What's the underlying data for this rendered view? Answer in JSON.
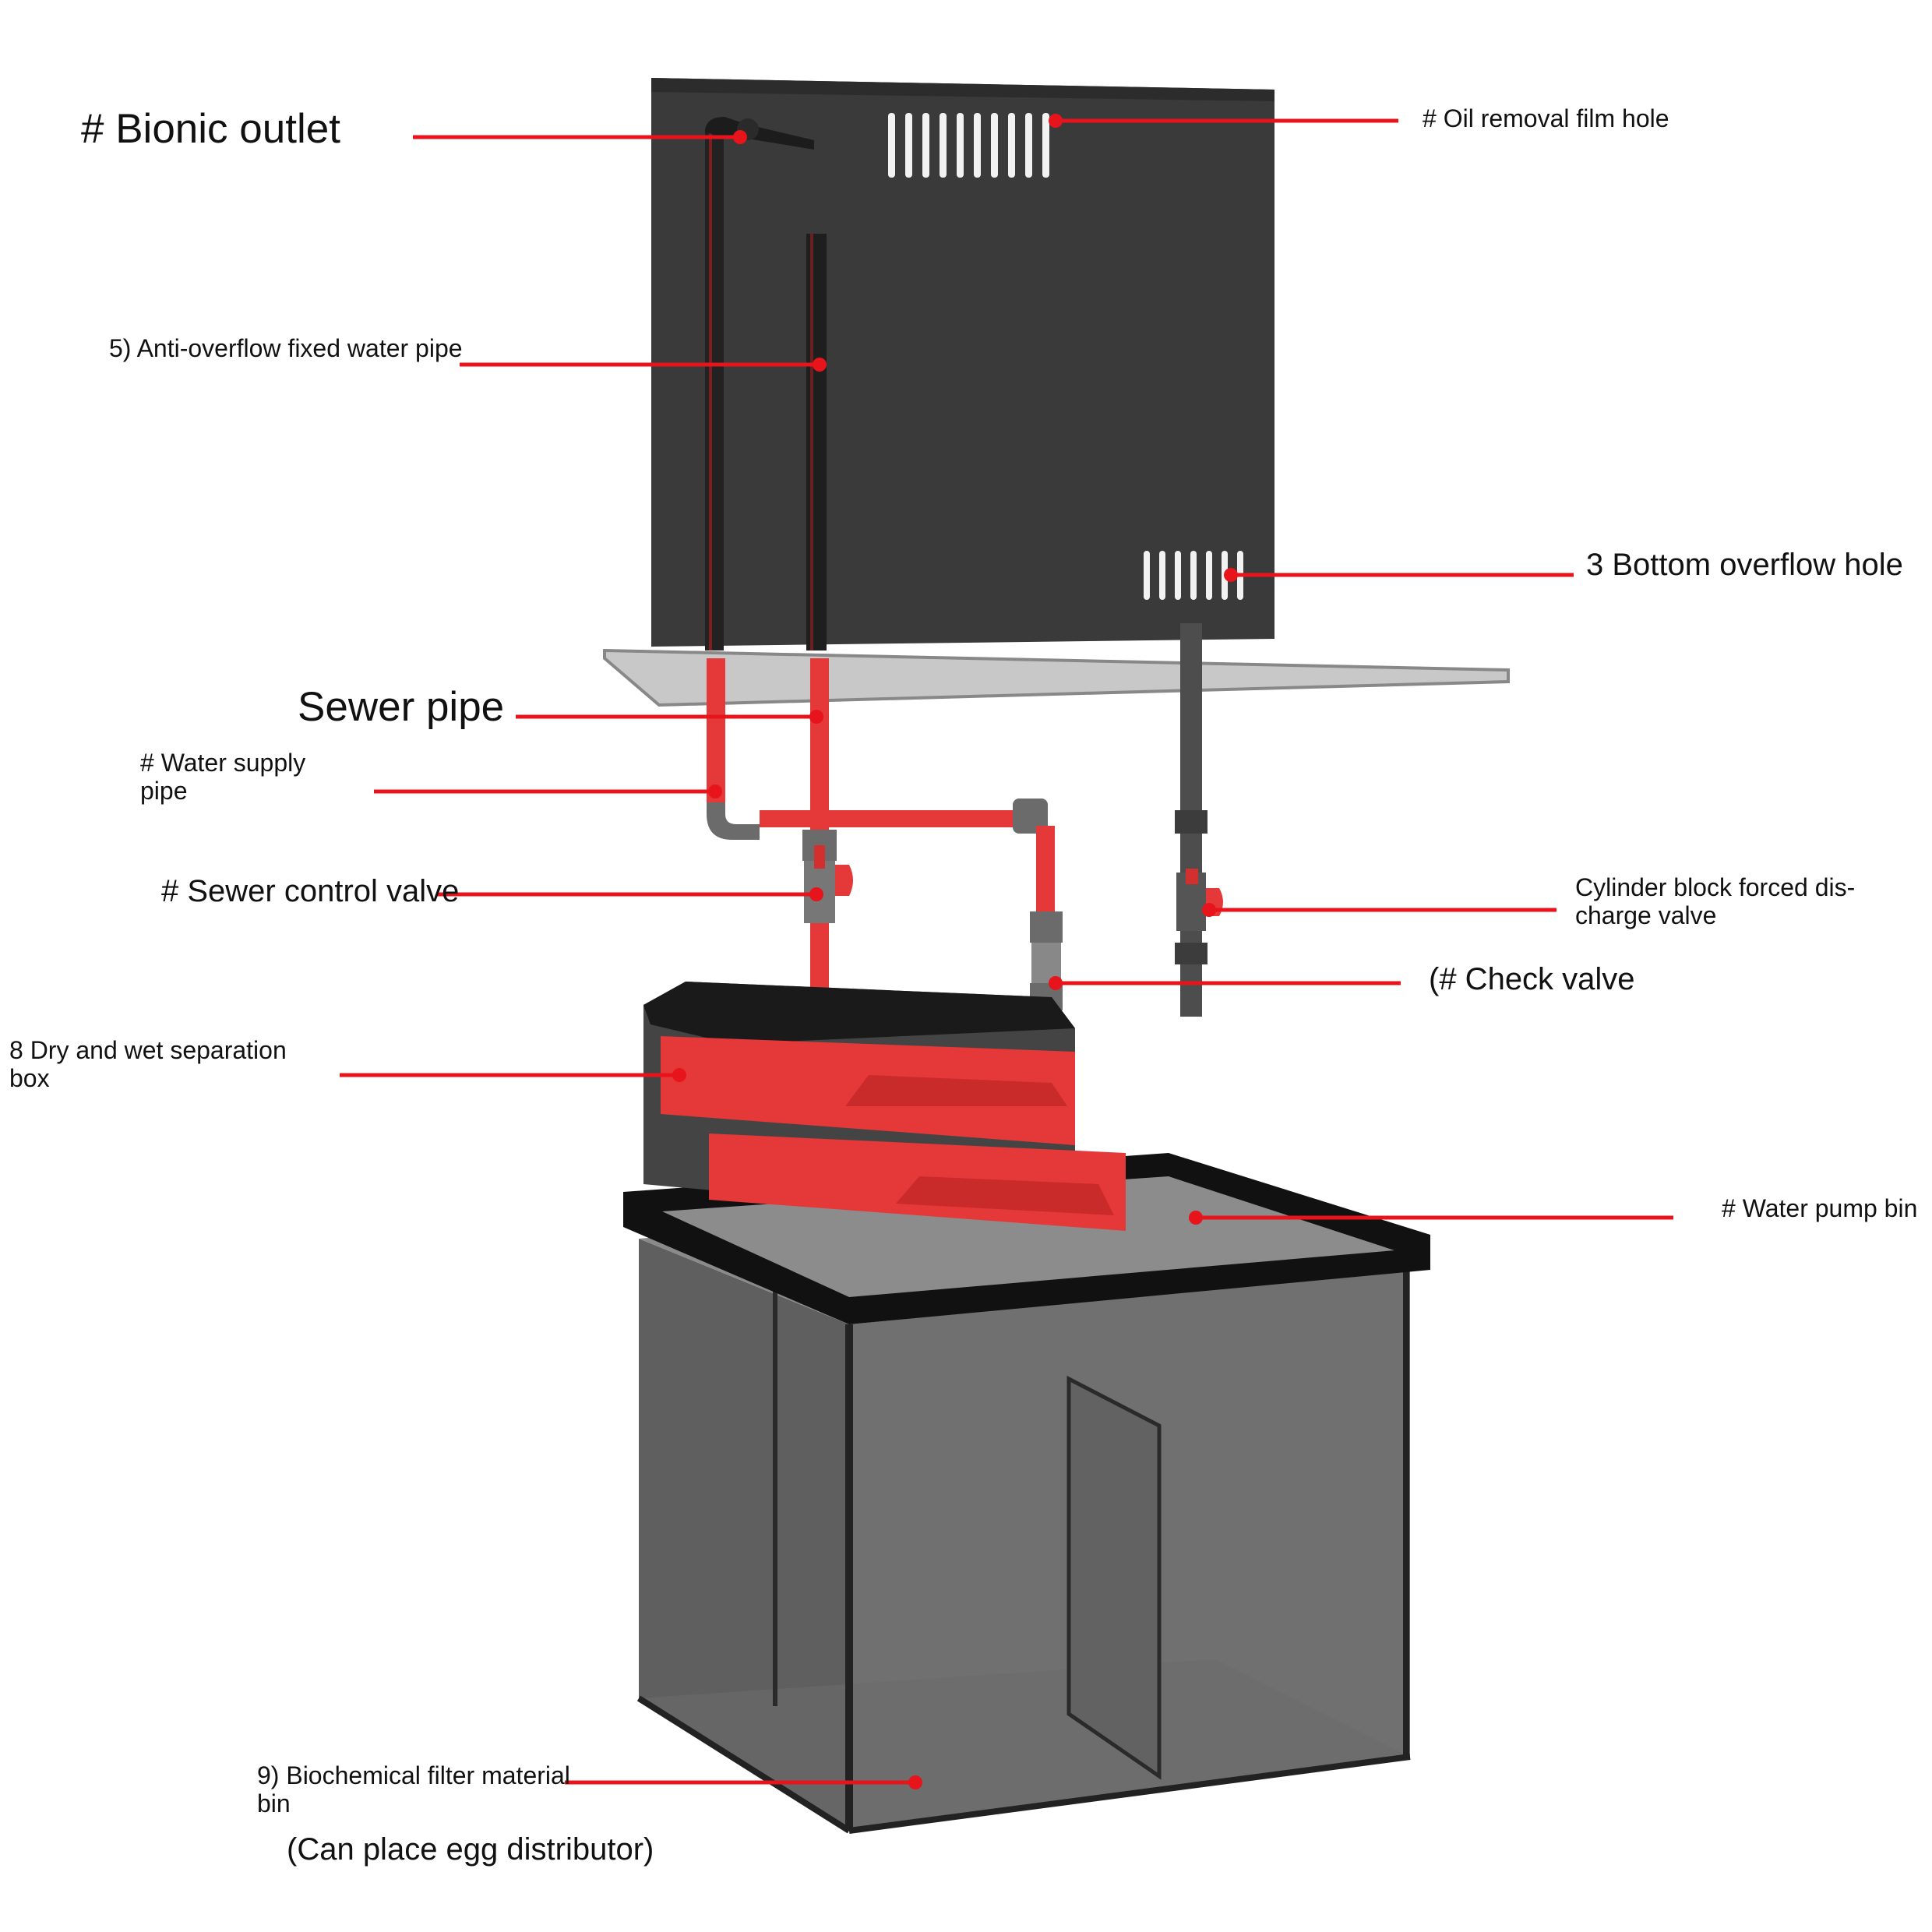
{
  "labels": {
    "bionic_outlet": "# Bionic outlet",
    "oil_removal_film_hole": "# Oil removal film hole",
    "anti_overflow_fixed_water_pipe": "5) Anti-overflow fixed water pipe",
    "bottom_overflow_hole": "3 Bottom overflow hole",
    "sewer_pipe": "Sewer pipe",
    "water_supply_pipe": "# Water supply\npipe",
    "sewer_control_valve": "# Sewer control valve",
    "cylinder_block_forced_discharge_valve": "Cylinder block forced dis-\ncharge valve",
    "check_valve": "(# Check valve",
    "dry_and_wet_separation_box": "8 Dry and wet separation\nbox",
    "water_pump_bin": "# Water pump bin",
    "biochemical_filter_material_bin": "9) Biochemical filter material\nbin",
    "egg_distributor_note": "(Can place egg distributor)"
  },
  "colors": {
    "leader": "#e8141c",
    "pipe_red": "#e53838",
    "panel": "#3a3a3a",
    "tank": "#6f6f6f",
    "rim": "#111111",
    "glass_shelf": "#bdbdbd"
  }
}
